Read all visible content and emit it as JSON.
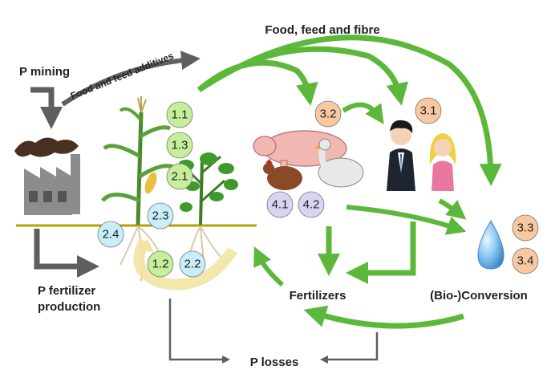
{
  "labels": {
    "food_feed_fibre": "Food, feed and fibre",
    "p_mining": "P mining",
    "food_feed_additives": "Food and feed additives",
    "p_fertilizer_line1": "P fertilizer",
    "p_fertilizer_line2": "production",
    "fertilizers": "Fertilizers",
    "bio_conversion": "(Bio-)Conversion",
    "p_losses": "P losses"
  },
  "badges": [
    {
      "id": "b-1-1",
      "label": "1.1",
      "color": "#c6ef9a"
    },
    {
      "id": "b-1-3",
      "label": "1.3",
      "color": "#c6ef9a"
    },
    {
      "id": "b-2-1",
      "label": "2.1",
      "color": "#c6ef9a"
    },
    {
      "id": "b-2-3",
      "label": "2.3",
      "color": "#c8eefa"
    },
    {
      "id": "b-2-4",
      "label": "2.4",
      "color": "#c8eefa"
    },
    {
      "id": "b-1-2",
      "label": "1.2",
      "color": "#c6ef9a"
    },
    {
      "id": "b-2-2",
      "label": "2.2",
      "color": "#c8eefa"
    },
    {
      "id": "b-3-2",
      "label": "3.2",
      "color": "#f8c8a0"
    },
    {
      "id": "b-3-1",
      "label": "3.1",
      "color": "#f8c8a0"
    },
    {
      "id": "b-4-1",
      "label": "4.1",
      "color": "#d6d6f2"
    },
    {
      "id": "b-4-2",
      "label": "4.2",
      "color": "#d6d6f2"
    },
    {
      "id": "b-3-3",
      "label": "3.3",
      "color": "#f8c8a0"
    },
    {
      "id": "b-3-4",
      "label": "3.4",
      "color": "#f8c8a0"
    }
  ],
  "colors": {
    "flow_green": "#5cb83a",
    "flow_gray": "#5f5f5f",
    "soil_line": "#b8a000",
    "factory_gray": "#8c8c8c",
    "smoke": "#4a3020",
    "water_drop": "#6aaee0"
  },
  "icons": [
    "factory-icon",
    "crop-plants-icon",
    "livestock-icon",
    "people-icon",
    "water-drop-icon"
  ]
}
